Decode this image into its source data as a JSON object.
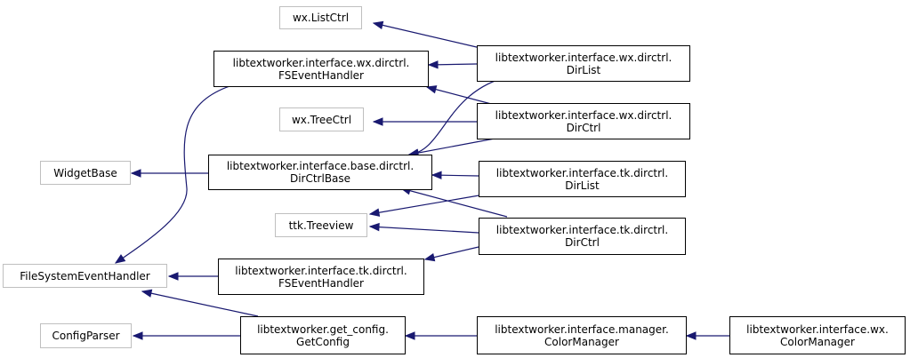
{
  "colors": {
    "edge": "#191970",
    "internal_border": "#000000",
    "external_border": "#bfbfbf"
  },
  "nodes": {
    "listctrl": {
      "lines": [
        "wx.ListCtrl"
      ]
    },
    "wx_fseh": {
      "lines": [
        "libtextworker.interface.wx.dirctrl.",
        "FSEventHandler"
      ]
    },
    "wx_dirlist": {
      "lines": [
        "libtextworker.interface.wx.dirctrl.",
        "DirList"
      ]
    },
    "treectrl": {
      "lines": [
        "wx.TreeCtrl"
      ]
    },
    "wx_dirctrl": {
      "lines": [
        "libtextworker.interface.wx.dirctrl.",
        "DirCtrl"
      ]
    },
    "widgetbase": {
      "lines": [
        "WidgetBase"
      ]
    },
    "base_dirctrlbase": {
      "lines": [
        "libtextworker.interface.base.dirctrl.",
        "DirCtrlBase"
      ]
    },
    "tk_dirlist": {
      "lines": [
        "libtextworker.interface.tk.dirctrl.",
        "DirList"
      ]
    },
    "treeview": {
      "lines": [
        "ttk.Treeview"
      ]
    },
    "tk_dirctrl": {
      "lines": [
        "libtextworker.interface.tk.dirctrl.",
        "DirCtrl"
      ]
    },
    "fseh": {
      "lines": [
        "FileSystemEventHandler"
      ]
    },
    "tk_fseh": {
      "lines": [
        "libtextworker.interface.tk.dirctrl.",
        "FSEventHandler"
      ]
    },
    "configparser": {
      "lines": [
        "ConfigParser"
      ]
    },
    "getconfig": {
      "lines": [
        "libtextworker.get_config.",
        "GetConfig"
      ]
    },
    "colormanager": {
      "lines": [
        "libtextworker.interface.manager.",
        "ColorManager"
      ]
    },
    "wx_colormanager": {
      "lines": [
        "libtextworker.interface.wx.",
        "ColorManager"
      ]
    }
  }
}
